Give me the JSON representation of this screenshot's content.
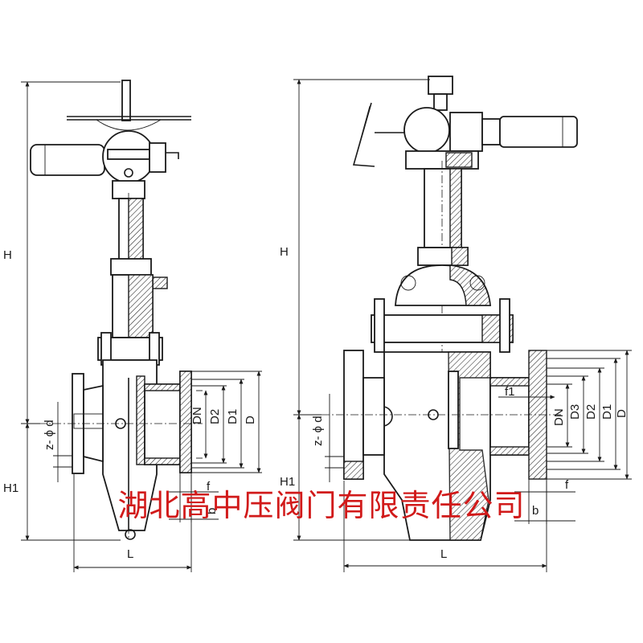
{
  "watermark": "湖北高中压阀门有限责任公司",
  "left_view": {
    "dims": {
      "H": "H",
      "H1": "H1",
      "L": "L",
      "z_phi_d": "z- ϕ d",
      "DN": "DN",
      "D2": "D2",
      "D1": "D1",
      "D": "D",
      "f": "f",
      "b": "b"
    }
  },
  "right_view": {
    "dims": {
      "H": "H",
      "H1": "H1",
      "L": "L",
      "z_phi_d": "z- ϕ d",
      "f1": "f1",
      "DN": "DN",
      "D3": "D3",
      "D2": "D2",
      "D1": "D1",
      "D": "D",
      "f": "f",
      "b": "b"
    }
  }
}
